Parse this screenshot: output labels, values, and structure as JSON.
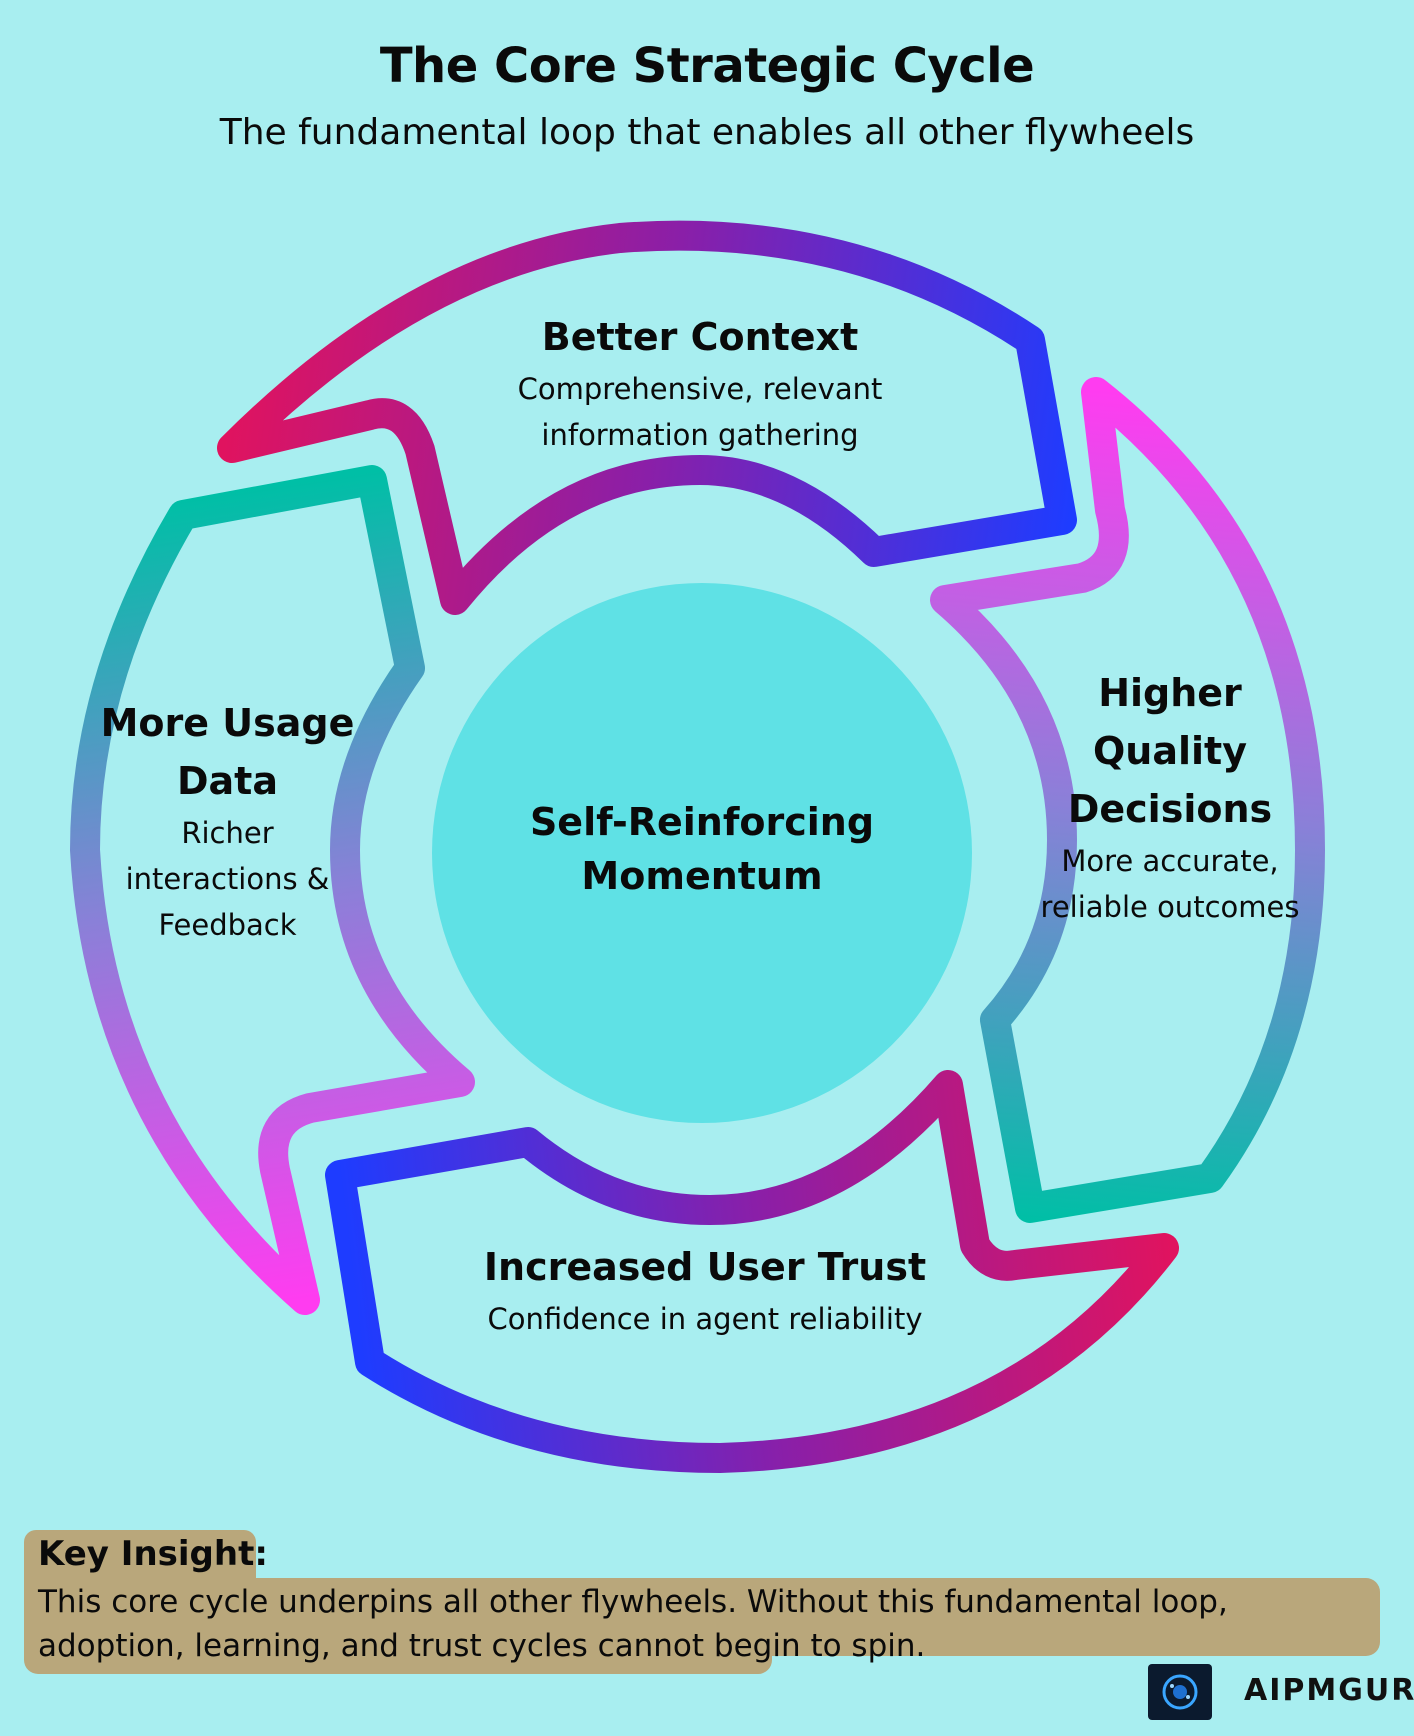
{
  "header": {
    "title": "The Core Strategic Cycle",
    "subtitle": "The fundamental loop that enables all other flywheels"
  },
  "center": {
    "label": "Self-Reinforcing Momentum"
  },
  "nodes": [
    {
      "title": "Better Context",
      "description": "Comprehensive, relevant information gathering"
    },
    {
      "title": "Higher Quality Decisions",
      "description": "More accurate, reliable outcomes"
    },
    {
      "title": "Increased User Trust",
      "description": "Confidence in agent reliability"
    },
    {
      "title": "More Usage Data",
      "description": "Richer interactions & Feedback"
    }
  ],
  "insight": {
    "heading": "Key Insight:",
    "text": "This core cycle underpins all other flywheels. Without this fundamental loop, adoption, learning, and trust cycles cannot begin to spin."
  },
  "brand": {
    "name": "AIPMGURU"
  },
  "colors": {
    "background": "#a8eef0",
    "center_circle": "#5fe1e5",
    "magenta": "#ff3cf0",
    "crimson": "#e0135f",
    "blue": "#1e3cff",
    "teal": "#00bfa6",
    "insight_box": "#b9a77b"
  }
}
